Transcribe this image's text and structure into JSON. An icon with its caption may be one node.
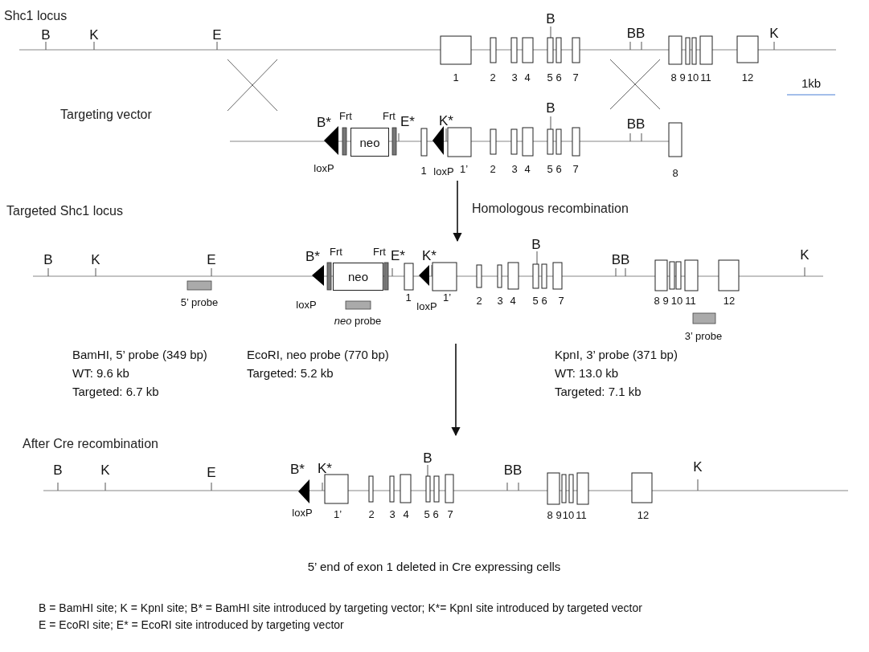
{
  "diagram": {
    "nodes": [
      {
        "text": [
          "Shc1 locus"
        ]
      },
      {
        "text": [
          "Targeting vector"
        ]
      },
      {
        "text": [
          "Targeted Shc1 locus"
        ]
      },
      {
        "text": [
          "After Cre recombination"
        ]
      },
      {
        "text": [
          "neo"
        ],
        "in": 1
      },
      {
        "text": [
          "neo"
        ],
        "in": 2
      }
    ],
    "edges": [
      {
        "from": 1,
        "to": 2,
        "arrow": "to",
        "label": "Homologous recombination"
      },
      {
        "from": 2,
        "to": 3,
        "arrow": "to"
      }
    ],
    "labels": [
      "B",
      "K",
      "E",
      "B",
      "BB",
      "K",
      "1",
      "2",
      "3",
      "4",
      "5",
      "6",
      "7",
      "8",
      "9",
      "10",
      "11",
      "12",
      "1kb",
      "B*",
      "Frt",
      "Frt",
      "E*",
      "K*",
      "B",
      "BB",
      "loxP",
      "1",
      "loxP",
      "1’",
      "2",
      "3",
      "4",
      "5",
      "6",
      "7",
      "8",
      "B",
      "K",
      "E",
      "B*",
      "Frt",
      "Frt",
      "E*",
      "K*",
      "B",
      "BB",
      "K",
      "5’ probe",
      "loxP",
      "1",
      "loxP",
      "1’",
      "2",
      "3",
      "4",
      "5",
      "6",
      "7",
      "8",
      "9",
      "10",
      "11",
      "12",
      "*neo* probe",
      "3’ probe",
      "BamHI, 5’ probe (349 bp)",
      "EcoRI, neo probe (770 bp)",
      "KpnI, 3’ probe (371 bp)",
      "WT: 9.6 kb",
      "Targeted: 5.2 kb",
      "WT: 13.0 kb",
      "Targeted: 6.7 kb",
      "Targeted: 7.1 kb",
      "B",
      "K",
      "E",
      "B*",
      "K*",
      "B",
      "BB",
      "K",
      "loxP",
      "1’",
      "2",
      "3",
      "4",
      "5",
      "6",
      "7",
      "8",
      "9",
      "10",
      "11",
      "12",
      "5’ end of exon 1 deleted in Cre expressing cells",
      "B = BamHI site; K = KpnI site; B* = BamHI site introduced by targeting vector; K*= KpnI site introduced by targeted vector",
      "E = EcoRI site; E* = EcoRI site introduced by targeting vector"
    ]
  }
}
